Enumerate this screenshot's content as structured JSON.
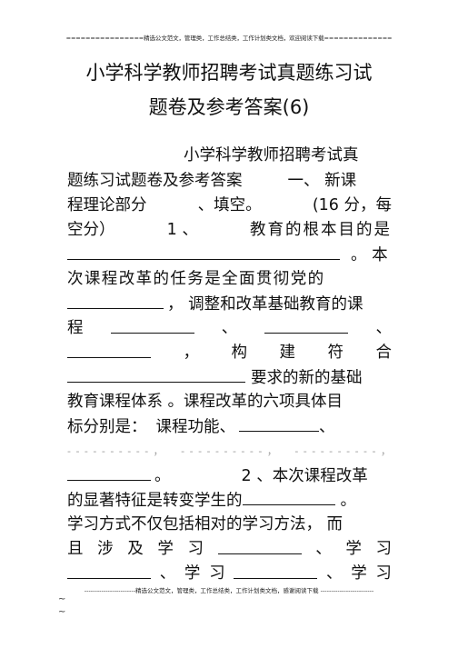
{
  "header": {
    "text": "================精选公文范文，管理类，工作总结类，工作计划类文档，欢迎阅读下载=============="
  },
  "title": {
    "line1": "小学科学教师招聘考试真题练习试",
    "line2": "题卷及参考答案(6)"
  },
  "body": {
    "l1": "小学科学教师招聘考试真",
    "l2a": "题练习试题卷及参考答案",
    "l2b": "一、 新课",
    "l3a": "程理论部分",
    "l3b": "、填空。",
    "l3c": "(16 分，每",
    "l4a": "空分）",
    "l4b": "1 、",
    "l4c": "教育的根本目的是",
    "l5_end": "。 本",
    "l6": "次课程改革的任务是全面贯彻党的",
    "l7_end": "， 调整和改革基础教育的课",
    "l8a": "程",
    "l8b": "、",
    "l8c": "、",
    "l9a": "，",
    "l9b": "构",
    "l9c": "建",
    "l9d": "符",
    "l9e": "合",
    "l10_end": "要求的新的基础",
    "l11": "教育课程体系 。课程改革的六项具体目",
    "l12a": "标分别是：",
    "l12b": "课程功能、",
    "l12c": "、",
    "l13a": "- - - - - - - - - - ，",
    "l13b": "- - - - - - - - - - ，",
    "l13c": "- - - - - - - - - - ，",
    "l14a": "。",
    "l14b": "2 、本次课程改革",
    "l15a": "的显著特征是转变学生的",
    "l15b": "。",
    "l16": "学习方式不仅包括相对的学习方法，  而",
    "l17a": "且",
    "l17b": "涉",
    "l17c": "及",
    "l17d": "学",
    "l17e": "习",
    "l17f": "、",
    "l17g": "学",
    "l17h": "习",
    "l18a": "、",
    "l18b": "学",
    "l18c": "习",
    "l18d": "、",
    "l18e": "学",
    "l18f": "习"
  },
  "footer": {
    "text": "------------------------精选公文范文，管理类，工作总结类，工作计划类文档，感谢阅读下载 -------------------------",
    "tilde1": "~",
    "tilde2": "~"
  }
}
